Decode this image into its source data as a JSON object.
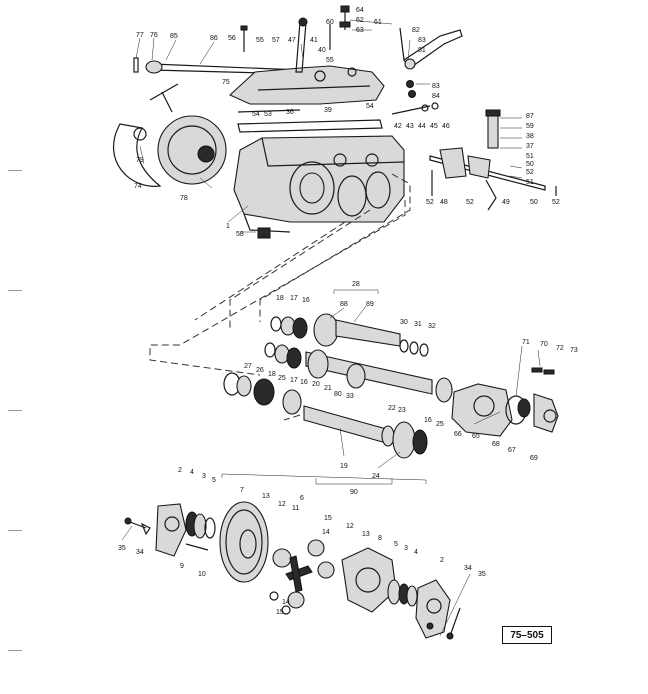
{
  "reference_code": "75–505",
  "part_labels": [
    "77",
    "76",
    "85",
    "86",
    "56",
    "55",
    "57",
    "47",
    "41",
    "40",
    "60",
    "64",
    "62",
    "63",
    "61",
    "82",
    "83",
    "81",
    "75",
    "55",
    "53",
    "36",
    "39",
    "54",
    "54",
    "83",
    "84",
    "42",
    "43",
    "44",
    "45",
    "46",
    "87",
    "59",
    "38",
    "37",
    "51",
    "50",
    "52",
    "51",
    "79",
    "74",
    "78",
    "1",
    "58",
    "52",
    "48",
    "52",
    "49",
    "50",
    "52",
    "28",
    "18",
    "17",
    "16",
    "88",
    "89",
    "30",
    "31",
    "32",
    "27",
    "26",
    "18",
    "25",
    "17",
    "16",
    "20",
    "21",
    "80",
    "33",
    "22",
    "23",
    "16",
    "25",
    "71",
    "70",
    "72",
    "73",
    "66",
    "65",
    "68",
    "67",
    "69",
    "19",
    "24",
    "90",
    "2",
    "4",
    "3",
    "5",
    "7",
    "6",
    "13",
    "12",
    "11",
    "15",
    "14",
    "12",
    "13",
    "8",
    "5",
    "3",
    "4",
    "2",
    "35",
    "34",
    "9",
    "10",
    "14",
    "15",
    "34",
    "35"
  ]
}
